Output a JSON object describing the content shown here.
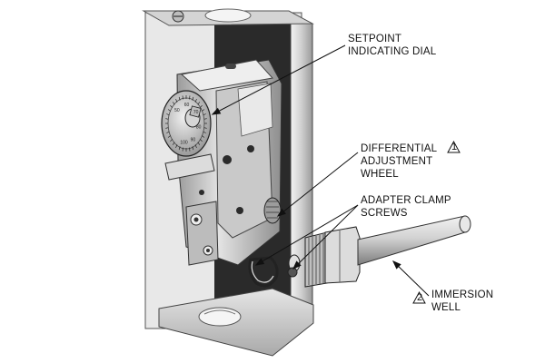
{
  "labels": {
    "setpoint": {
      "line1": "SETPOINT",
      "line2": "INDICATING DIAL"
    },
    "differential": {
      "line1": "DIFFERENTIAL",
      "line2": "ADJUSTMENT",
      "line3": "WHEEL",
      "note": "1"
    },
    "adapter": {
      "line1": "ADAPTER CLAMP",
      "line2": "SCREWS"
    },
    "immersion": {
      "line1": "IMMERSION",
      "line2": "WELL",
      "note": "2"
    }
  },
  "dial_numbers": [
    "50",
    "60",
    "70",
    "80",
    "90",
    "100"
  ],
  "colors": {
    "metal_light": "#d9d9d9",
    "metal_mid": "#a8a8a8",
    "metal_dark": "#4a4a4a",
    "shadow": "#1c1c1c",
    "line": "#111111"
  }
}
